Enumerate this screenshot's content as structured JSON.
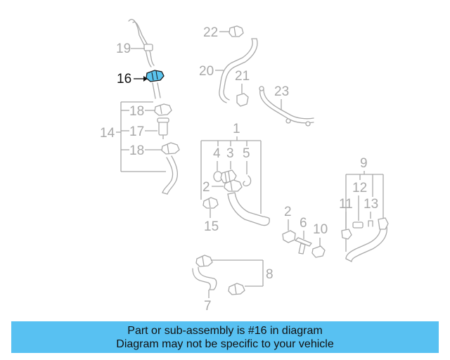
{
  "highlighted_part": "16",
  "callouts": {
    "c1": "1",
    "c2a": "2",
    "c2b": "2",
    "c3": "3",
    "c4": "4",
    "c5": "5",
    "c6": "6",
    "c7": "7",
    "c8": "8",
    "c9": "9",
    "c10": "10",
    "c11": "11",
    "c12": "12",
    "c13": "13",
    "c14": "14",
    "c15": "15",
    "c16": "16",
    "c17": "17",
    "c18a": "18",
    "c18b": "18",
    "c19": "19",
    "c20": "20",
    "c21": "21",
    "c22": "22",
    "c23": "23"
  },
  "colors": {
    "banner": "#58c1f2",
    "highlight": "#5bc4ee",
    "line_art": "#a9a9a9"
  },
  "banner": {
    "line1": "Part or sub-assembly is #16 in diagram",
    "line2": "Diagram may not be specific to your vehicle"
  }
}
